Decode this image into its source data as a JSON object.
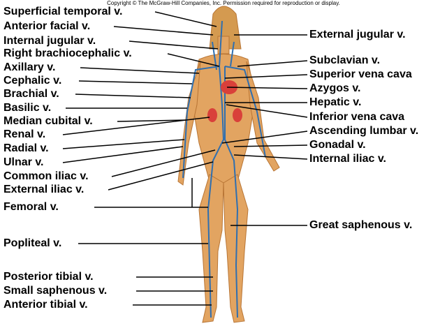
{
  "copyright": "Copyright © The McGraw-Hill Companies, Inc. Permission required for reproduction or display.",
  "left_labels": [
    "Superficial temporal v.",
    "Anterior facial v.",
    "Internal jugular v.",
    "Right brachiocephalic v.",
    "Axillary v.",
    "Cephalic v.",
    "Brachial v.",
    "Basilic v.",
    "Median cubital v.",
    "Renal v.",
    "Radial v.",
    "Ulnar v.",
    "Common iliac v.",
    "External iliac v.",
    "Femoral v.",
    "Popliteal v.",
    "Posterior tibial v.",
    "Small saphenous v.",
    "Anterior tibial v."
  ],
  "right_labels": [
    "External jugular v.",
    "Subclavian v.",
    "Superior vena cava",
    "Azygos v.",
    "Hepatic v.",
    "Inferior vena cava",
    "Ascending lumbar v.",
    "Gonadal v.",
    "Internal iliac v.",
    "Great saphenous v."
  ],
  "colors": {
    "skin": "#e2a461",
    "vein": "#2f6fb0",
    "organ": "#d9403a"
  }
}
